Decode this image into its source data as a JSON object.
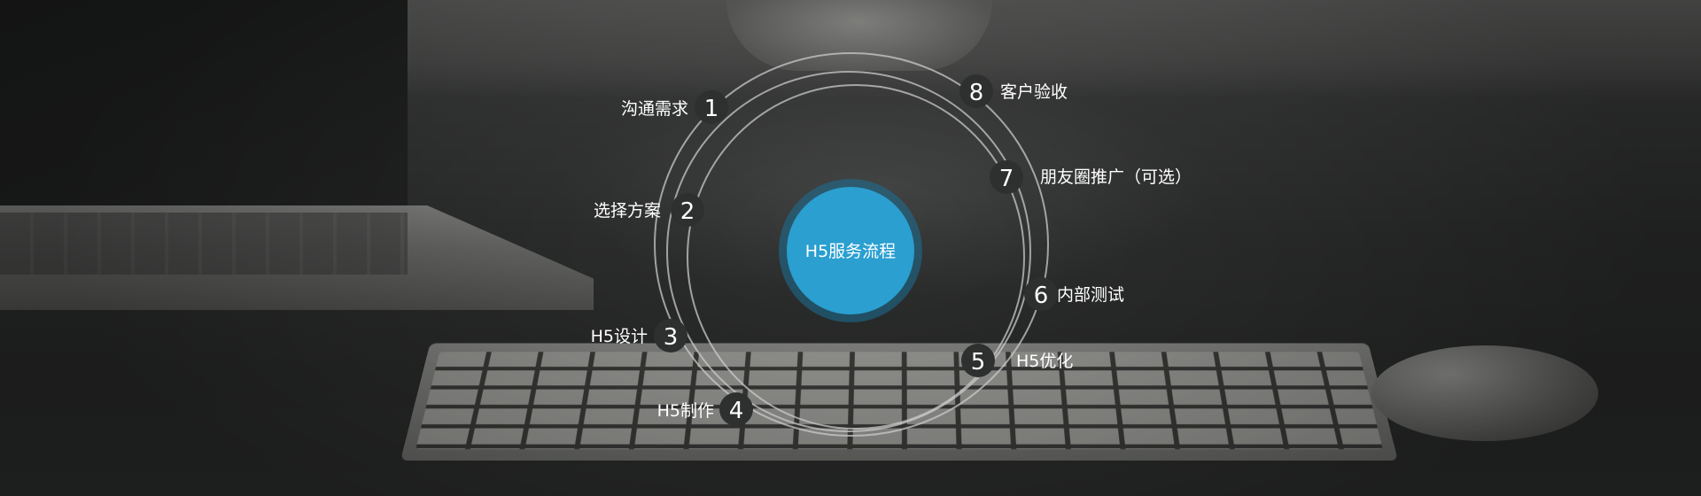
{
  "diagram": {
    "center_label": "H5服务流程",
    "colors": {
      "center_fill": "#2a9fd0",
      "center_ring": "#1b6f93",
      "ring_stroke": "#c9c9c9",
      "badge_fill": "#2e2f2f",
      "text": "#ffffff"
    },
    "steps": [
      {
        "number": "1",
        "label": "沟通需求"
      },
      {
        "number": "2",
        "label": "选择方案"
      },
      {
        "number": "3",
        "label": "H5设计"
      },
      {
        "number": "4",
        "label": "H5制作"
      },
      {
        "number": "5",
        "label": "H5优化"
      },
      {
        "number": "6",
        "label": "内部测试"
      },
      {
        "number": "7",
        "label": "朋友圈推广（可选）"
      },
      {
        "number": "8",
        "label": "客户验收"
      }
    ]
  }
}
